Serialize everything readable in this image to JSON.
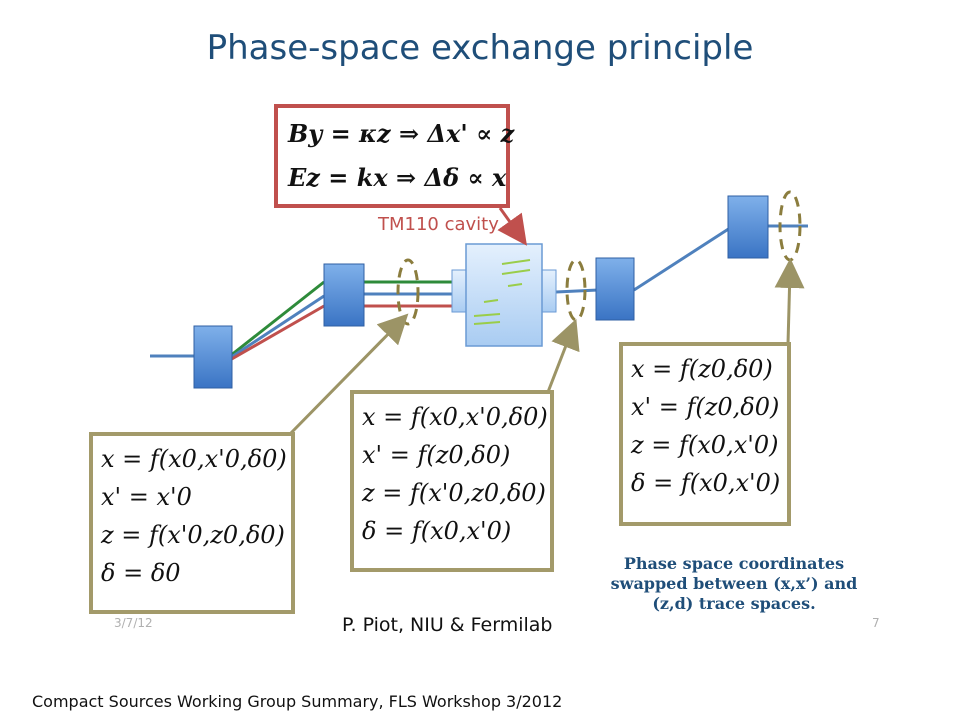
{
  "title": "Phase-space exchange principle",
  "top_box": {
    "line1": "By = κz ⇒ Δx' ∝ z",
    "line2": "Ez = kx ⇒ Δδ ∝ x"
  },
  "cavity_label": "TM110 cavity",
  "box_left": {
    "lines": [
      "x = f(x0,x'0,δ0)",
      "x' = x'0",
      "z = f(x'0,z0,δ0)",
      "δ = δ0"
    ]
  },
  "box_middle": {
    "lines": [
      "x = f(x0,x'0,δ0)",
      "x' = f(z0,δ0)",
      "z = f(x'0,z0,δ0)",
      "δ = f(x0,x'0)"
    ]
  },
  "box_right": {
    "lines": [
      "x = f(z0,δ0)",
      "x' = f(z0,δ0)",
      "z = f(x0,x'0)",
      "δ = f(x0,x'0)"
    ]
  },
  "note": "Phase space coordinates swapped between (x,x’) and (z,d) trace spaces.",
  "date": "3/7/12",
  "page_number": "7",
  "author": "P. Piot, NIU & Fermilab",
  "footer": "Compact Sources Working Group Summary, FLS Workshop 3/2012",
  "colors": {
    "title": "#1f4e79",
    "top_box_border": "#c0504d",
    "box_border": "#a39a6a",
    "magnet": "#4a86d4",
    "beam_blue": "#4f81bd",
    "beam_green": "#2e8b3a",
    "beam_red": "#c0504d",
    "ellipse": "#8b7d3e"
  }
}
